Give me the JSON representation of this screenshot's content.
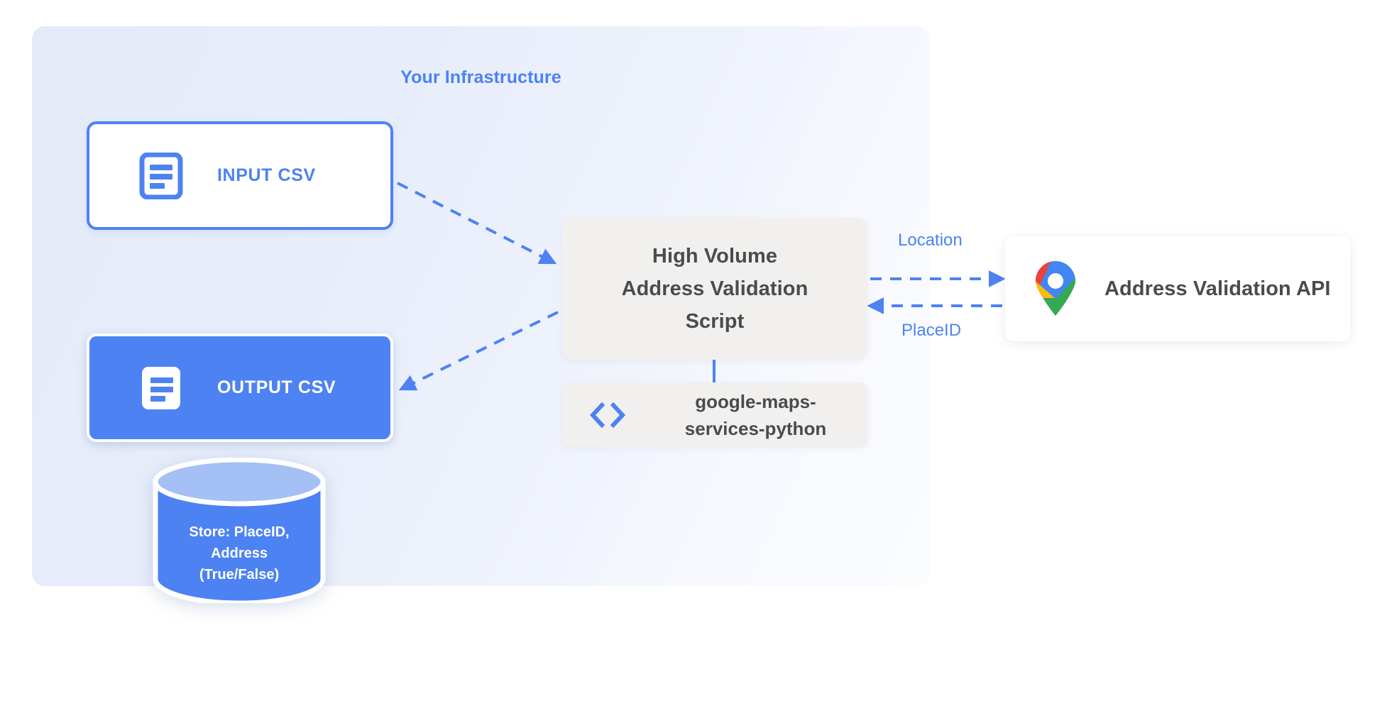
{
  "diagram": {
    "title": "Your Infrastructure",
    "nodes": {
      "input_csv": {
        "label": "INPUT CSV",
        "icon": "document-icon"
      },
      "output_csv": {
        "label": "OUTPUT CSV",
        "icon": "document-icon"
      },
      "script": {
        "line1": "High Volume",
        "line2": "Address Validation",
        "line3": "Script"
      },
      "library": {
        "line1": "google-maps-",
        "line2": "services-python",
        "icon": "code-icon"
      },
      "api": {
        "label": "Address Validation API",
        "icon": "google-maps-pin-icon"
      },
      "database": {
        "line1": "Store: PlaceID,",
        "line2": "Address",
        "line3": "(True/False)",
        "icon": "database-cylinder-icon"
      }
    },
    "edges": [
      {
        "from": "input_csv",
        "to": "script",
        "label": "",
        "style": "dashed",
        "direction": "forward"
      },
      {
        "from": "script",
        "to": "output_csv",
        "label": "",
        "style": "dashed",
        "direction": "forward"
      },
      {
        "from": "script",
        "to": "api",
        "label": "Location",
        "style": "dashed",
        "direction": "forward"
      },
      {
        "from": "api",
        "to": "script",
        "label": "PlaceID",
        "style": "dashed",
        "direction": "forward"
      },
      {
        "from": "script",
        "to": "library",
        "label": "",
        "style": "solid",
        "direction": "none"
      }
    ],
    "edge_labels": {
      "location": "Location",
      "placeid": "PlaceID"
    },
    "colors": {
      "accent_blue": "#4d82f3",
      "panel_bg": "#e7edfa",
      "card_gray": "#f1f0ef",
      "text_dark": "#4b4b4b",
      "white": "#ffffff",
      "pin_blue": "#4285f4",
      "pin_red": "#ea4335",
      "pin_yellow": "#fbbc04",
      "pin_green": "#34a853",
      "db_top": "#a4c0f4",
      "db_body": "#4d82f3"
    }
  }
}
